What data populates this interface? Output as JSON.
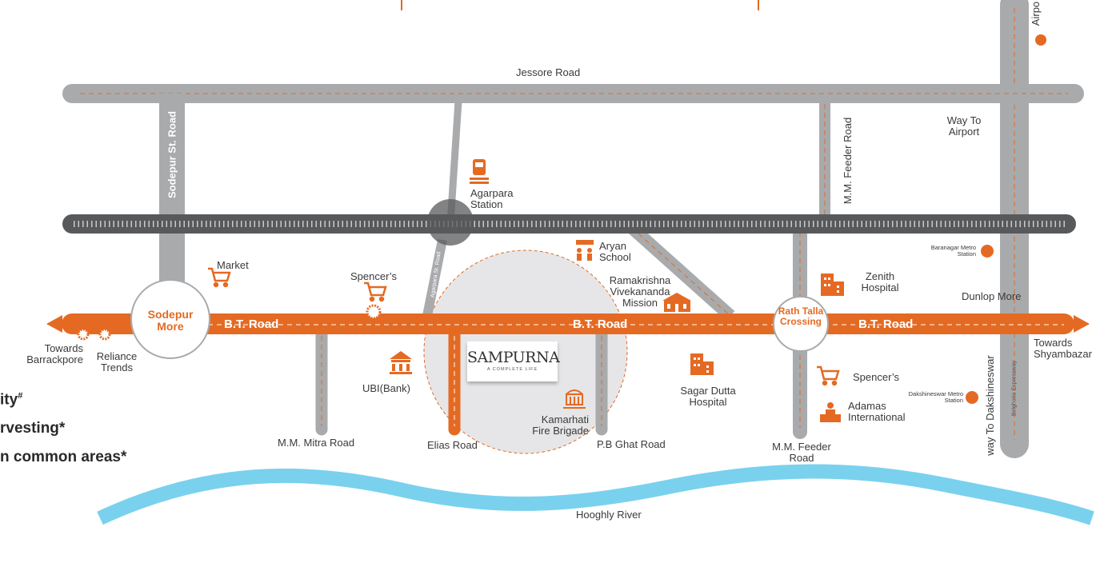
{
  "roads": {
    "jessore": "Jessore Road",
    "sodepur_st": "Sodepur St. Road",
    "agarpara_st": "Agarpara St. Road",
    "bt_road": "B.T. Road",
    "mm_feeder_top": "M.M. Feeder Road",
    "mm_mitra": "M.M. Mitra Road",
    "elias": "Elias Road",
    "pb_ghat": "P.B Ghat Road",
    "mm_feeder_bottom": "M.M. Feeder Road",
    "belghoria": "Belghoria Expressway",
    "way_dakshineswar": "way To Dakshineswar"
  },
  "junctions": {
    "sodepur_more": "Sodepur More",
    "rath_talla": "Rath Talla Crossing"
  },
  "places": {
    "market": "Market",
    "spencers_1": "Spencer’s",
    "agarpara_station": "Agarpara Station",
    "aryan_school": "Aryan School",
    "rkm": "Ramakrishna Vivekananda Mission",
    "zenith": "Zenith Hospital",
    "baranagar_metro": "Baranagar Metro Station",
    "dunlop": "Dunlop More",
    "ubi": "UBI(Bank)",
    "fire_brigade": "Kamarhati Fire Brigade",
    "sagar_dutta": "Sagar Dutta Hospital",
    "spencers_2": "Spencer’s",
    "adamas": "Adamas International",
    "dakshineswar_metro": "Dakshineswar Metro Station",
    "way_airport": "Way To Airport",
    "airport_edge": "Airpo",
    "towards_barrackpore": "Towards Barrackpore",
    "reliance": "Reliance Trends",
    "towards_shyambazar": "Towards Shyambazar",
    "hooghly": "Hooghly River"
  },
  "brand": {
    "name": "SAMPURNA",
    "tagline": "A COMPLETE LIFE"
  },
  "legend": {
    "item1": "ity",
    "item1_mark": "#",
    "item2": "rvesting*",
    "item3": "n common areas*"
  },
  "colors": {
    "road_grey": "#a9aaac",
    "bt_orange": "#e46a23",
    "rail_dark": "#58595b",
    "river_blue": "#79d1ee",
    "site_circle": "#e6e6e8"
  },
  "icons": {
    "train": "train-icon",
    "cart": "cart-icon",
    "school": "school-icon",
    "hospital": "hospital-icon",
    "bank": "bank-icon",
    "fire": "fire-brigade-icon",
    "desk": "institute-icon",
    "metro": "metro-dot-icon"
  }
}
